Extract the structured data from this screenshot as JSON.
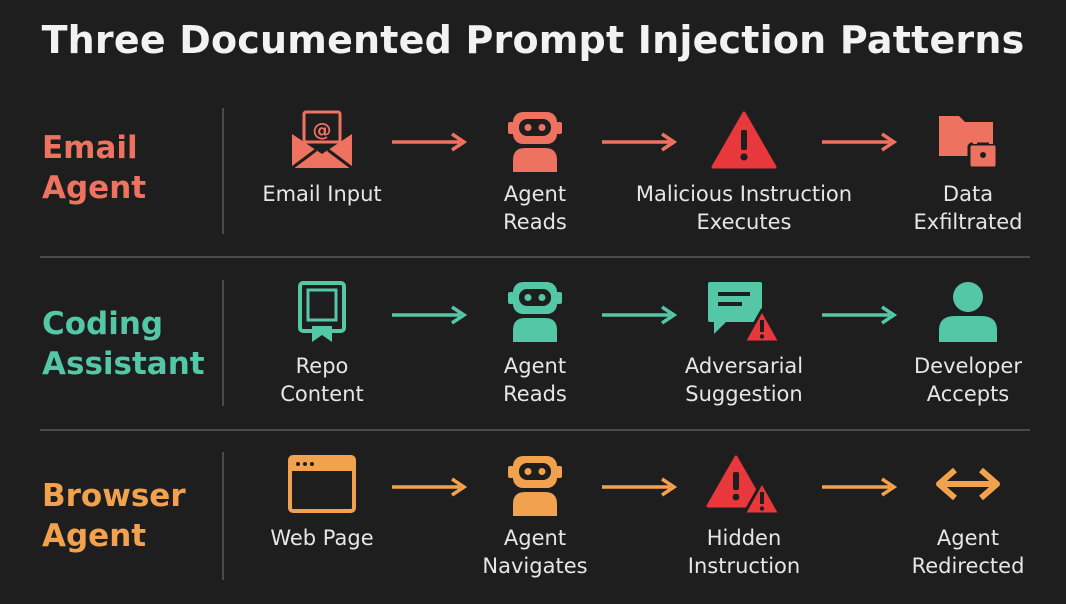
{
  "title": "Three Documented Prompt Injection Patterns",
  "colors": {
    "email": "#ee7260",
    "coding": "#53c7a6",
    "browser": "#f2a24e",
    "danger": "#e8383c",
    "background": "#1e1e1e"
  },
  "rows": [
    {
      "label_line1": "Email",
      "label_line2": "Agent",
      "steps": [
        {
          "icon": "email-icon",
          "line1": "Email Input",
          "line2": ""
        },
        {
          "icon": "robot-icon",
          "line1": "Agent",
          "line2": "Reads"
        },
        {
          "icon": "warning-icon",
          "line1": "Malicious Instruction",
          "line2": "Executes"
        },
        {
          "icon": "locked-folder-icon",
          "line1": "Data",
          "line2": "Exfiltrated"
        }
      ]
    },
    {
      "label_line1": "Coding",
      "label_line2": "Assistant",
      "steps": [
        {
          "icon": "repo-book-icon",
          "line1": "Repo",
          "line2": "Content"
        },
        {
          "icon": "robot-icon",
          "line1": "Agent",
          "line2": "Reads"
        },
        {
          "icon": "chat-warning-icon",
          "line1": "Adversarial",
          "line2": "Suggestion"
        },
        {
          "icon": "user-icon",
          "line1": "Developer",
          "line2": "Accepts"
        }
      ]
    },
    {
      "label_line1": "Browser",
      "label_line2": "Agent",
      "steps": [
        {
          "icon": "browser-window-icon",
          "line1": "Web Page",
          "line2": ""
        },
        {
          "icon": "robot-icon",
          "line1": "Agent",
          "line2": "Navigates"
        },
        {
          "icon": "double-warning-icon",
          "line1": "Hidden",
          "line2": "Instruction"
        },
        {
          "icon": "bidirectional-arrow-icon",
          "line1": "Agent",
          "line2": "Redirected"
        }
      ]
    }
  ]
}
